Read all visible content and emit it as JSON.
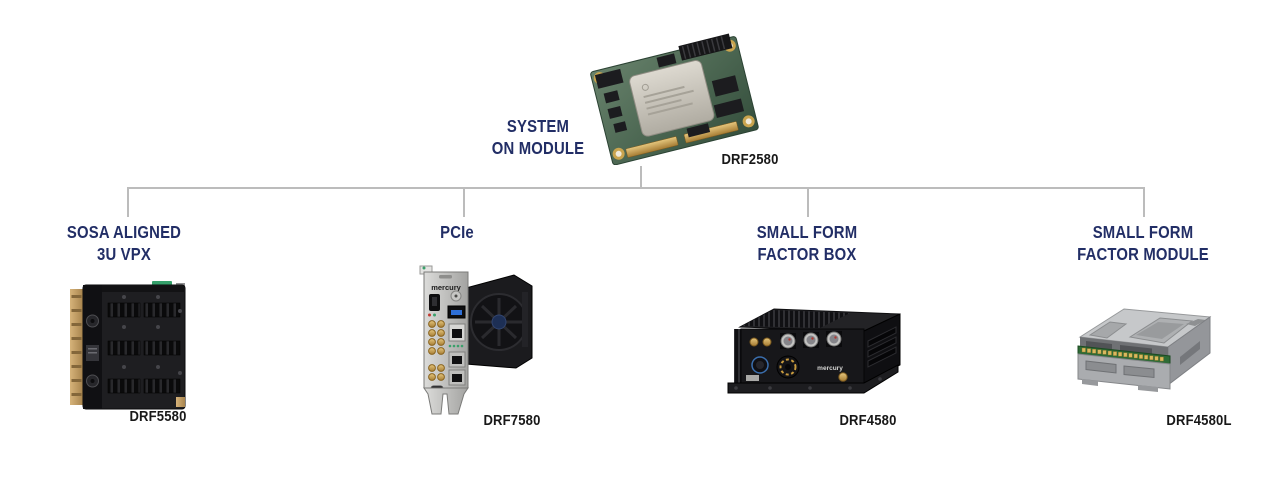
{
  "colors": {
    "heading_navy": "#222e66",
    "model_black": "#181818",
    "connector_gray": "#bcbcbc"
  },
  "root": {
    "title_line1": "SYSTEM",
    "title_line2": "ON MODULE",
    "model": "DRF2580"
  },
  "branches": [
    {
      "title_line1": "SOSA ALIGNED",
      "title_line2": "3U VPX",
      "model": "DRF5580"
    },
    {
      "title_line1": "PCIe",
      "title_line2": "",
      "model": "DRF7580",
      "brand_text": "mercury"
    },
    {
      "title_line1": "SMALL FORM",
      "title_line2": "FACTOR BOX",
      "model": "DRF4580",
      "brand_text": "mercury"
    },
    {
      "title_line1": "SMALL FORM",
      "title_line2": "FACTOR MODULE",
      "model": "DRF4580L"
    }
  ]
}
